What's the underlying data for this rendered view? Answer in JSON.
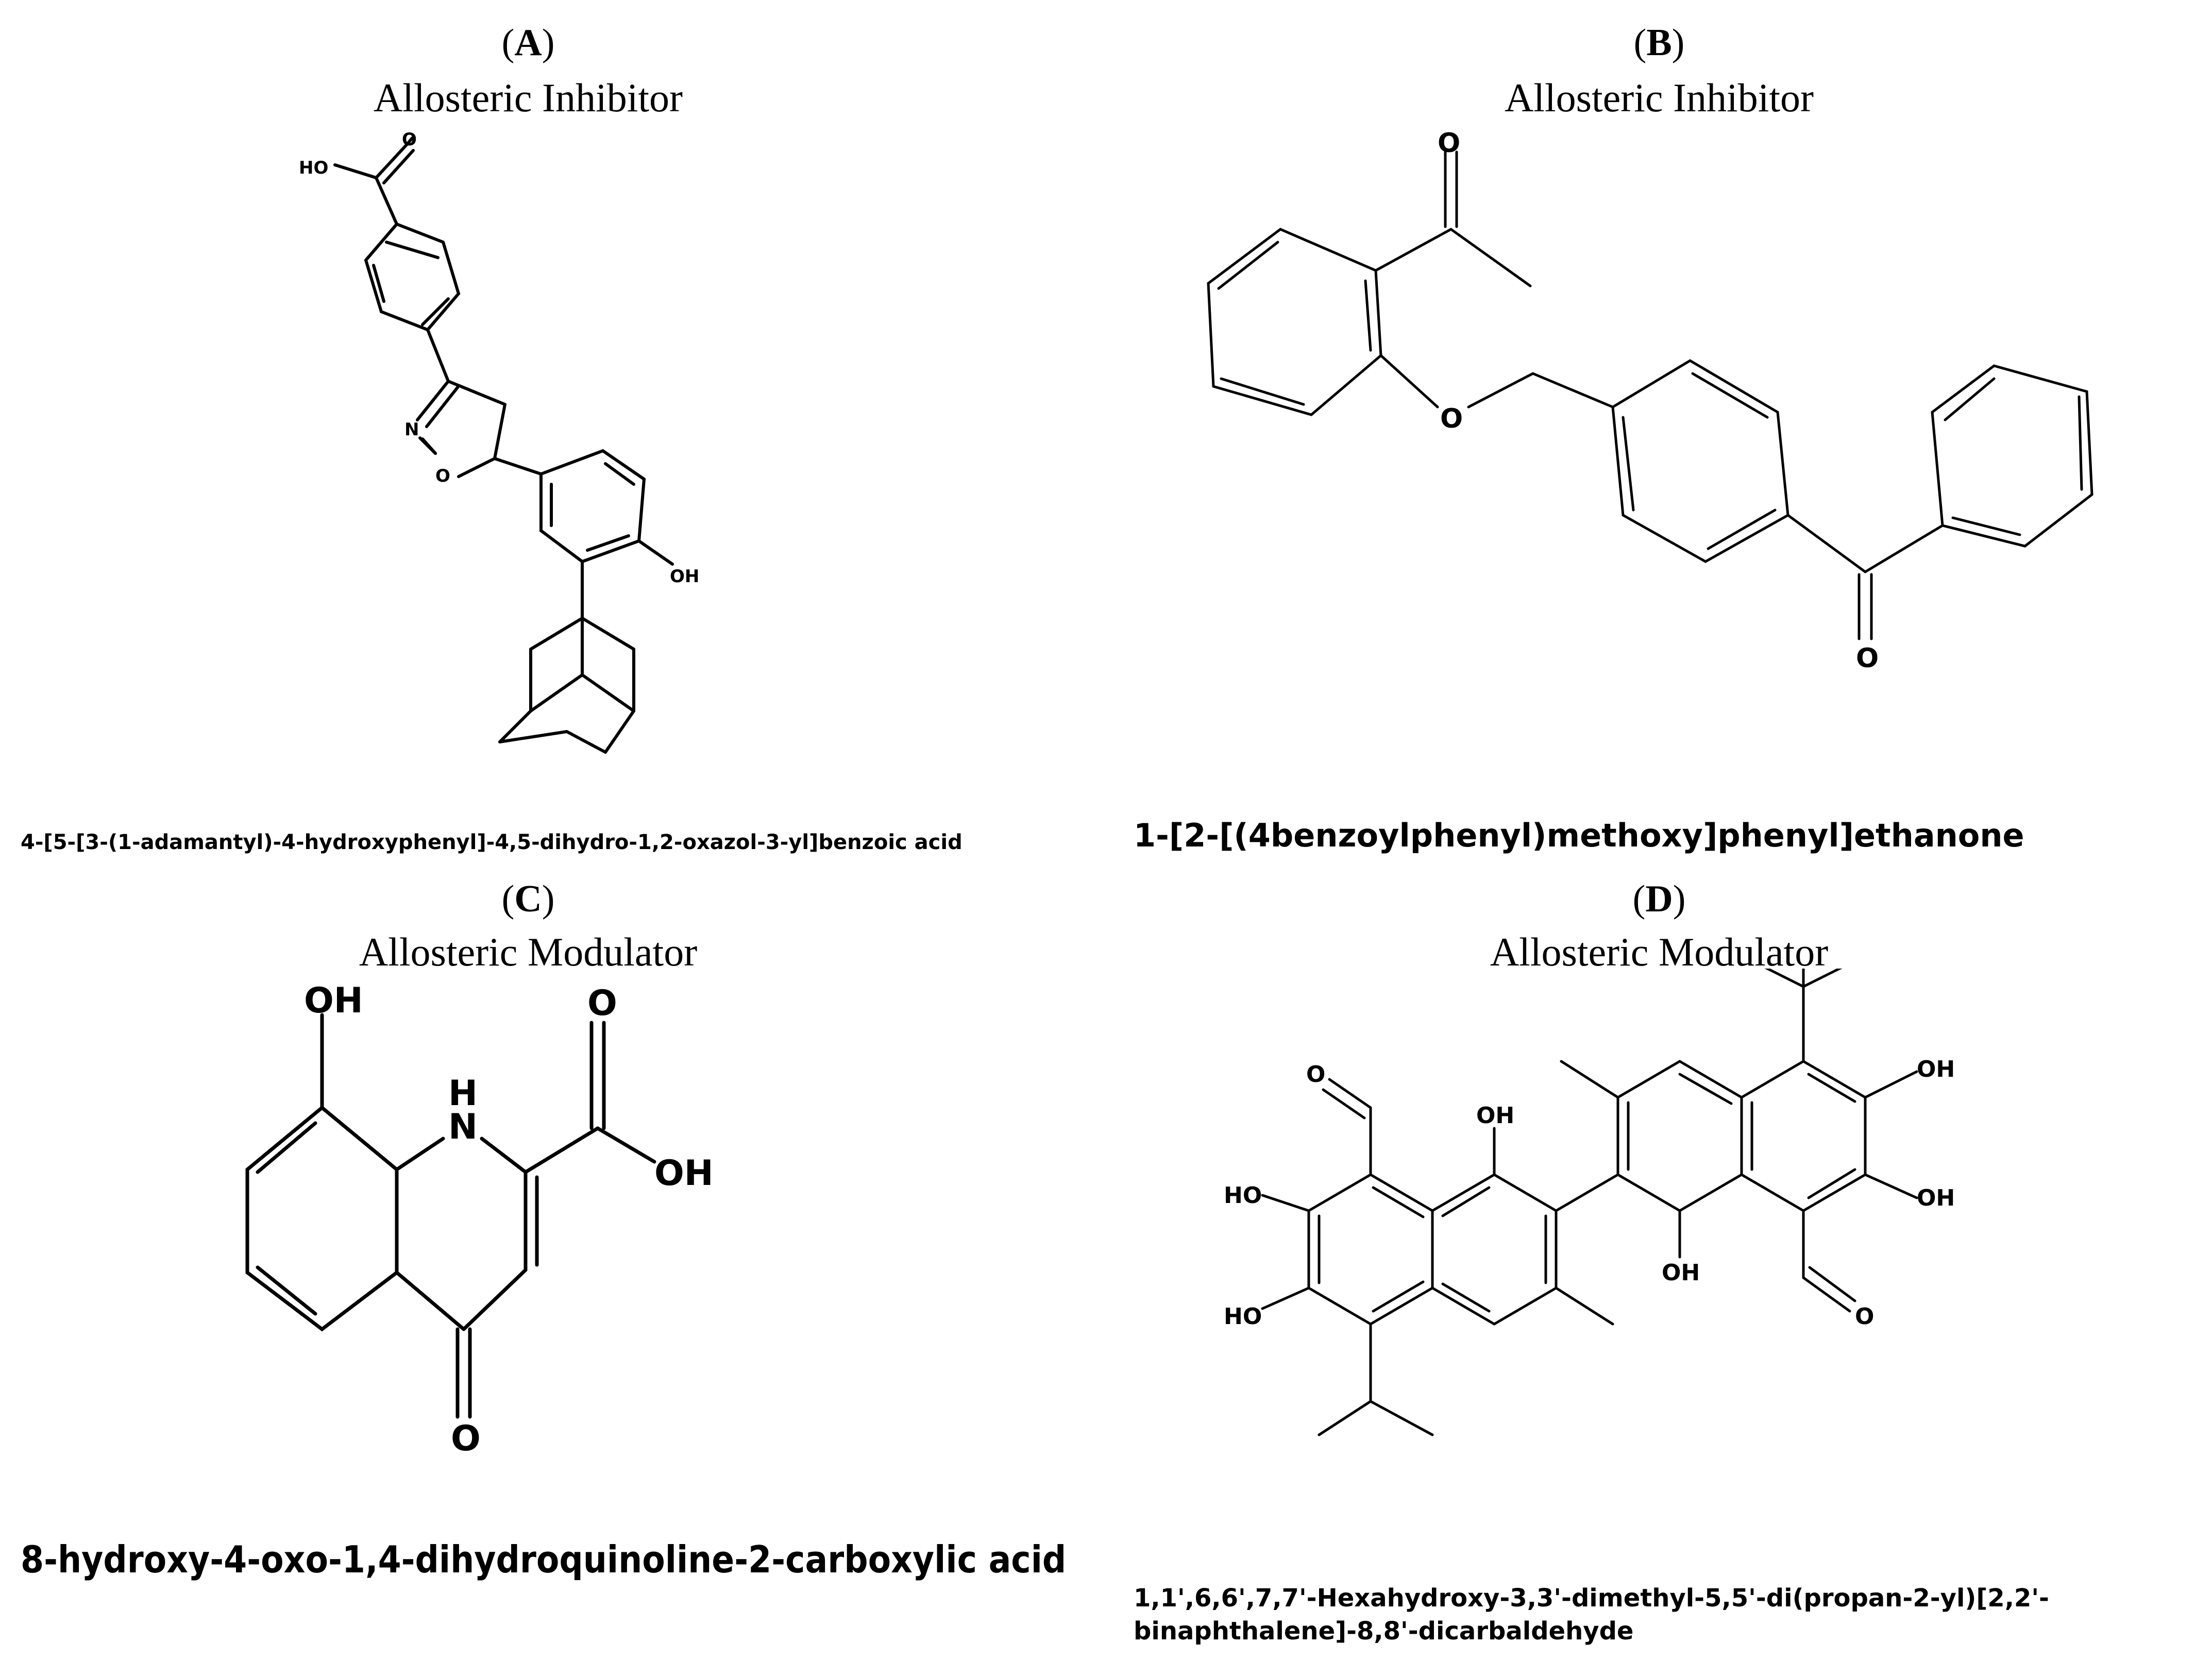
{
  "panels": {
    "a": {
      "letter": "A",
      "role": "Allosteric Inhibitor",
      "name": "4-[5-[3-(1-adamantyl)-4-hydroxyphenyl]-4,5-dihydro-1,2-oxazol-3-yl]benzoic acid",
      "atoms": {
        "ho": "HO",
        "o_carbonyl": "O",
        "n": "N",
        "o_ring": "O",
        "oh": "OH"
      }
    },
    "b": {
      "letter": "B",
      "role": "Allosteric Inhibitor",
      "name": "1-[2-[(4benzoylphenyl)methoxy]phenyl]ethanone",
      "atoms": {
        "o_acetyl": "O",
        "o_ether": "O",
        "o_ketone": "O"
      }
    },
    "c": {
      "letter": "C",
      "role": "Allosteric Modulator",
      "name": "8-hydroxy-4-oxo-1,4-dihydroquinoline-2-carboxylic acid",
      "atoms": {
        "oh_top": "OH",
        "h": "H",
        "n": "N",
        "o_acid": "O",
        "oh_acid": "OH",
        "o_oxo": "O"
      }
    },
    "d": {
      "letter": "D",
      "role": "Allosteric Modulator",
      "name_line1": "1,1',6,6',7,7'-Hexahydroxy-3,3'-dimethyl-5,5'-di(propan-2-yl)[2,2'-",
      "name_line2": "binaphthalene]-8,8'-dicarbaldehyde",
      "atoms": {
        "o_ald_left": "O",
        "oh_1": "OH",
        "ho_7": "HO",
        "ho_6": "HO",
        "oh_6p": "OH",
        "oh_7p": "OH",
        "oh_1p": "OH",
        "o_ald_right": "O"
      }
    }
  }
}
